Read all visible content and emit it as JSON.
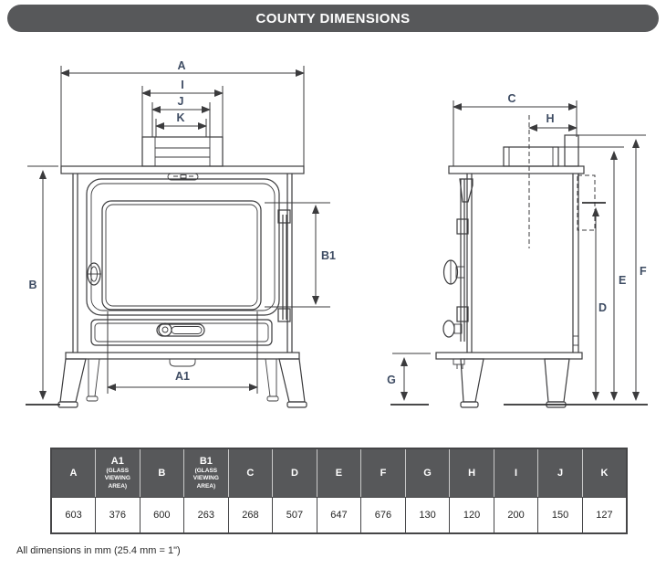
{
  "title": "COUNTY DIMENSIONS",
  "footnote": "All dimensions in mm (25.4 mm = 1\")",
  "labels": {
    "A": "A",
    "A1": "A1",
    "B": "B",
    "B1": "B1",
    "C": "C",
    "D": "D",
    "E": "E",
    "F": "F",
    "G": "G",
    "H": "H",
    "I": "I",
    "J": "J",
    "K": "K"
  },
  "dimension_table": {
    "columns": [
      {
        "key": "A",
        "sub": ""
      },
      {
        "key": "A1",
        "sub": "(GLASS VIEWING AREA)"
      },
      {
        "key": "B",
        "sub": ""
      },
      {
        "key": "B1",
        "sub": "(GLASS VIEWING AREA)"
      },
      {
        "key": "C",
        "sub": ""
      },
      {
        "key": "D",
        "sub": ""
      },
      {
        "key": "E",
        "sub": ""
      },
      {
        "key": "F",
        "sub": ""
      },
      {
        "key": "G",
        "sub": ""
      },
      {
        "key": "H",
        "sub": ""
      },
      {
        "key": "I",
        "sub": ""
      },
      {
        "key": "J",
        "sub": ""
      },
      {
        "key": "K",
        "sub": ""
      }
    ],
    "values_mm": [
      "603",
      "376",
      "600",
      "263",
      "268",
      "507",
      "647",
      "676",
      "130",
      "120",
      "200",
      "150",
      "127"
    ]
  },
  "colors": {
    "header_bg": "#57585a",
    "header_text": "#ffffff",
    "line": "#3b3b3d",
    "dim_label": "#3e4c63"
  }
}
